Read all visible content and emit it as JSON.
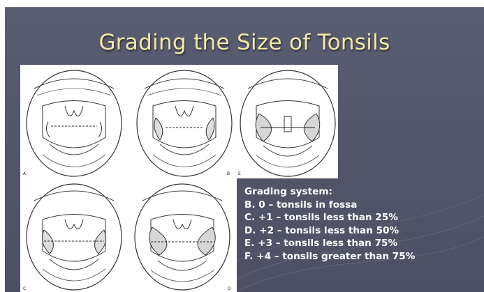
{
  "slide": {
    "title": "Grading the Size of Tonsils"
  },
  "figures": {
    "panel_labels": [
      "A",
      "B",
      "E",
      "C",
      "D"
    ]
  },
  "legend": {
    "heading": "Grading system:",
    "items": [
      "B.    0 – tonsils in fossa",
      "C. +1 – tonsils less than 25%",
      "D. +2 – tonsils less than 50%",
      "E. +3 – tonsils less than 75%",
      "F. +4 – tonsils greater than 75%"
    ]
  },
  "colors": {
    "background": "#55586d",
    "title": "#f2e9a6",
    "legend_text": "#ffffff"
  }
}
